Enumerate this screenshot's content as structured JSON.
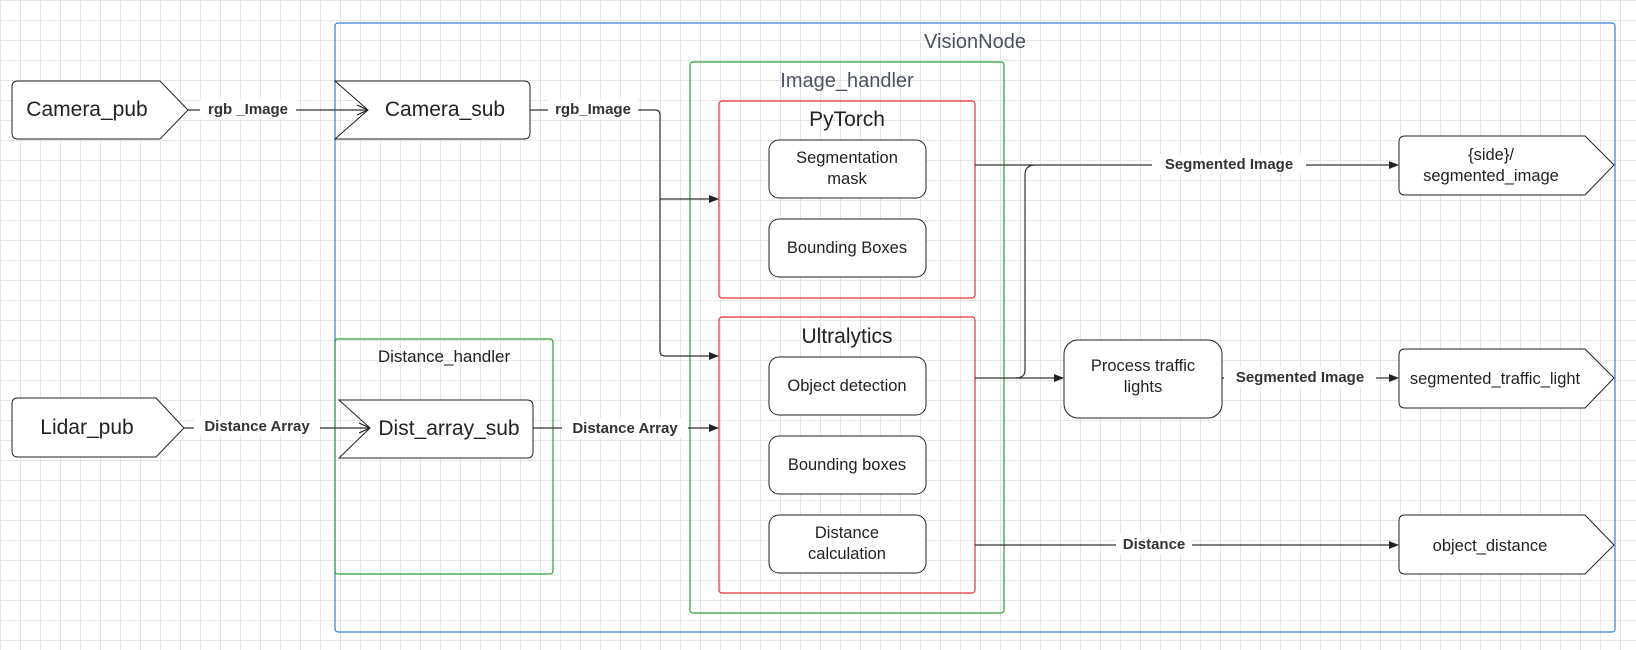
{
  "groups": {
    "vision_node": "VisionNode",
    "image_handler": "Image_handler",
    "pytorch": "PyTorch",
    "ultralytics": "Ultralytics",
    "distance_handler": "Distance_handler"
  },
  "publishers": {
    "camera_pub": "Camera_pub",
    "lidar_pub": "Lidar_pub"
  },
  "subscribers": {
    "camera_sub": "Camera_sub",
    "dist_array_sub": "Dist_array_sub"
  },
  "pytorch_boxes": {
    "segmentation_mask": [
      "Segmentation",
      "mask"
    ],
    "bounding_boxes": "Bounding Boxes"
  },
  "ultralytics_boxes": {
    "object_detection": "Object detection",
    "bounding_boxes": "Bounding boxes",
    "distance_calculation": [
      "Distance",
      "calculation"
    ]
  },
  "process": [
    "Process traffic",
    "lights"
  ],
  "outputs": {
    "segmented_image": [
      "{side}/",
      "segmented_image"
    ],
    "segmented_traffic_light": "segmented_traffic_light",
    "object_distance": "object_distance"
  },
  "edge_labels": {
    "rgb_image_1": "rgb _Image",
    "rgb_image_2": "rgb_Image",
    "distance_array_1": "Distance Array",
    "distance_array_2": "Distance Array",
    "segmented_image_1": "Segmented Image",
    "segmented_image_2": "Segmented Image",
    "distance": "Distance"
  },
  "colors": {
    "vision_node_border": "#3a7bd5",
    "image_handler_border": "#2e9e3e",
    "model_border": "#e03131",
    "distance_handler_border": "#2e9e3e"
  }
}
